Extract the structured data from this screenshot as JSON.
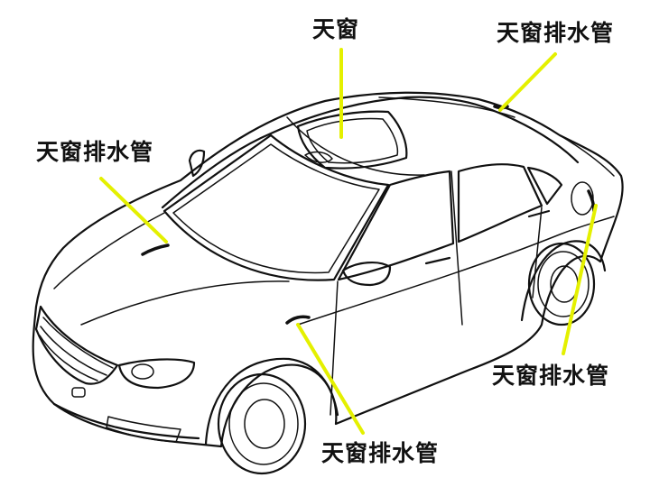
{
  "colors": {
    "leader": "#e4f000",
    "outline": "#111111",
    "background": "#ffffff"
  },
  "labels": {
    "sunroof": "天窗",
    "drain_rear_top": "天窗排水管",
    "drain_front_left": "天窗排水管",
    "drain_rear_right": "天窗排水管",
    "drain_front_bottom": "天窗排水管"
  }
}
